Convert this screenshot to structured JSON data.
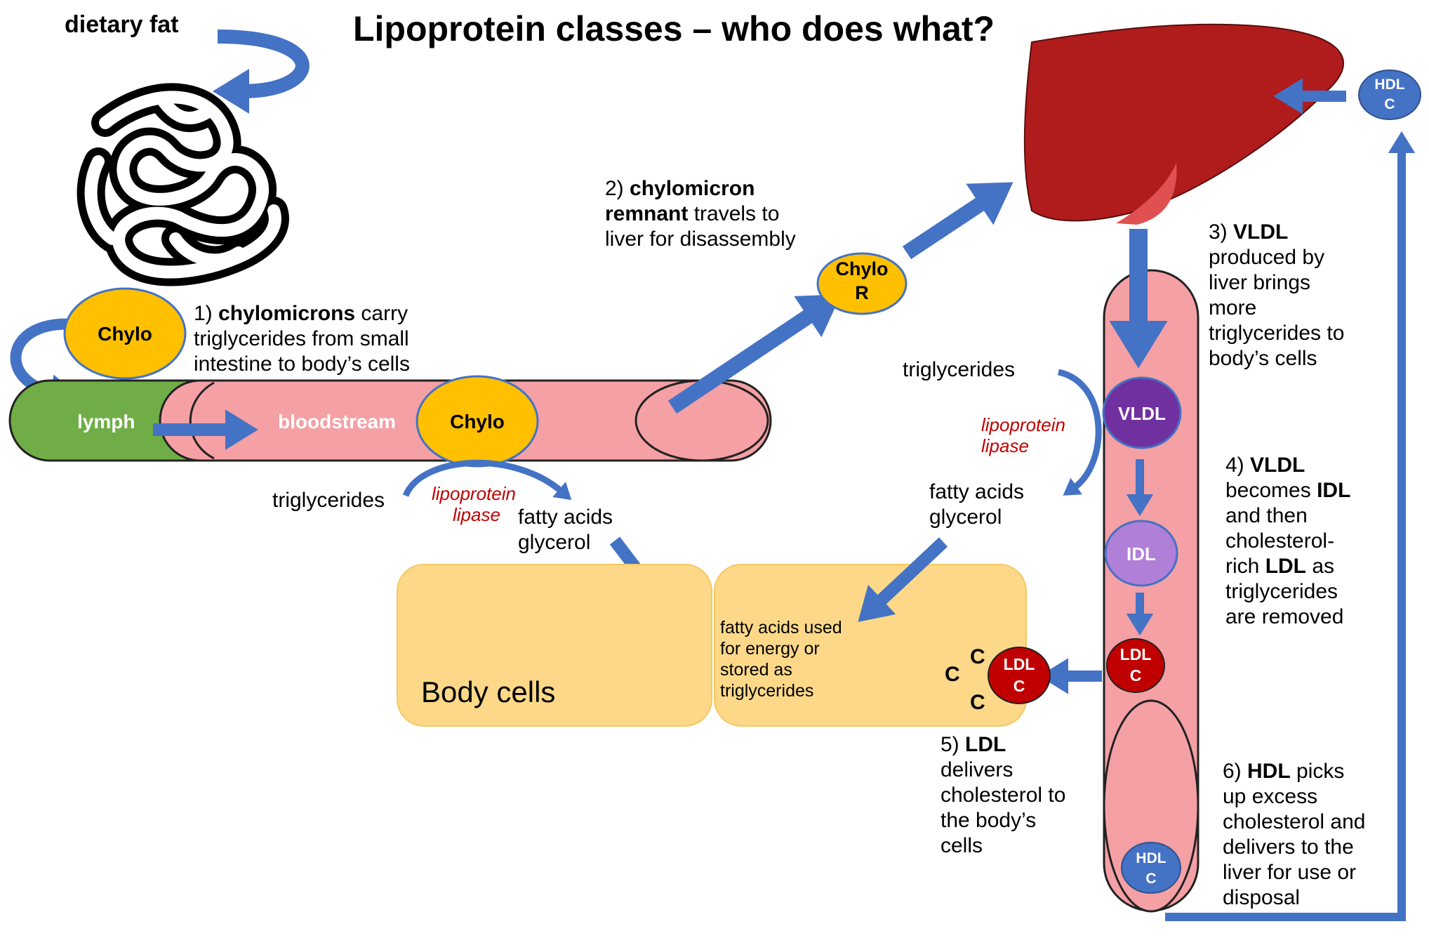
{
  "title": "Lipoprotein classes – who does what?",
  "colors": {
    "arrow": "#4472c4",
    "chylo": "#ffc000",
    "vessel": "#f4a0a5",
    "lymph": "#70ad47",
    "liver": "#b01c1c",
    "liver_lobe": "#e05050",
    "cells": "#fdd888",
    "vldl": "#7030a0",
    "idl": "#b07fd8",
    "ldl": "#c00000",
    "hdl": "#4472c4",
    "enzyme_text": "#c00000"
  },
  "labels": {
    "dietary_fat": "dietary fat",
    "lymph": "lymph",
    "bloodstream": "bloodstream",
    "triglycerides_left": "triglycerides",
    "triglycerides_right": "triglycerides",
    "lipase_left_1": "lipoprotein",
    "lipase_left_2": "lipase",
    "lipase_right_1": "lipoprotein",
    "lipase_right_2": "lipase",
    "fa_left_1": "fatty acids",
    "fa_left_2": "glycerol",
    "fa_right_1": "fatty acids",
    "fa_right_2": "glycerol",
    "body_cells": "Body cells",
    "cells_note": [
      "fatty acids used",
      "for energy or",
      "stored as",
      "triglycerides"
    ],
    "c_mark": "C"
  },
  "particles": {
    "chylo_top": "Chylo",
    "chylo_vessel": "Chylo",
    "chylo_r": [
      "Chylo",
      "R"
    ],
    "vldl": "VLDL",
    "idl": "IDL",
    "ldl_vessel": [
      "LDL",
      "C"
    ],
    "ldl_cell": [
      "LDL",
      "C"
    ],
    "hdl_vessel": [
      "HDL",
      "C"
    ],
    "hdl_liver": [
      "HDL",
      "C"
    ]
  },
  "steps": {
    "s1": [
      [
        "1) ",
        "chylomicrons",
        " carry"
      ],
      [
        "triglycerides from small"
      ],
      [
        "intestine to body’s cells"
      ]
    ],
    "s2": [
      [
        "2) ",
        "chylomicron"
      ],
      [
        "",
        "remnant",
        " travels to"
      ],
      [
        "liver for disassembly"
      ]
    ],
    "s3": [
      [
        "3) ",
        "VLDL"
      ],
      [
        "produced by"
      ],
      [
        "liver brings"
      ],
      [
        "more"
      ],
      [
        "triglycerides to"
      ],
      [
        "body’s cells"
      ]
    ],
    "s4": [
      [
        "4) ",
        "VLDL"
      ],
      [
        "becomes ",
        "IDL"
      ],
      [
        "and then"
      ],
      [
        "cholesterol-"
      ],
      [
        "rich ",
        "LDL",
        " as"
      ],
      [
        "triglycerides"
      ],
      [
        "are removed"
      ]
    ],
    "s5": [
      [
        "5) ",
        "LDL"
      ],
      [
        "delivers"
      ],
      [
        "cholesterol to"
      ],
      [
        "the body’s"
      ],
      [
        "cells"
      ]
    ],
    "s6": [
      [
        "6) ",
        "HDL",
        " picks"
      ],
      [
        "up excess"
      ],
      [
        "cholesterol and"
      ],
      [
        "delivers to the"
      ],
      [
        "liver for use or"
      ],
      [
        "disposal"
      ]
    ]
  }
}
